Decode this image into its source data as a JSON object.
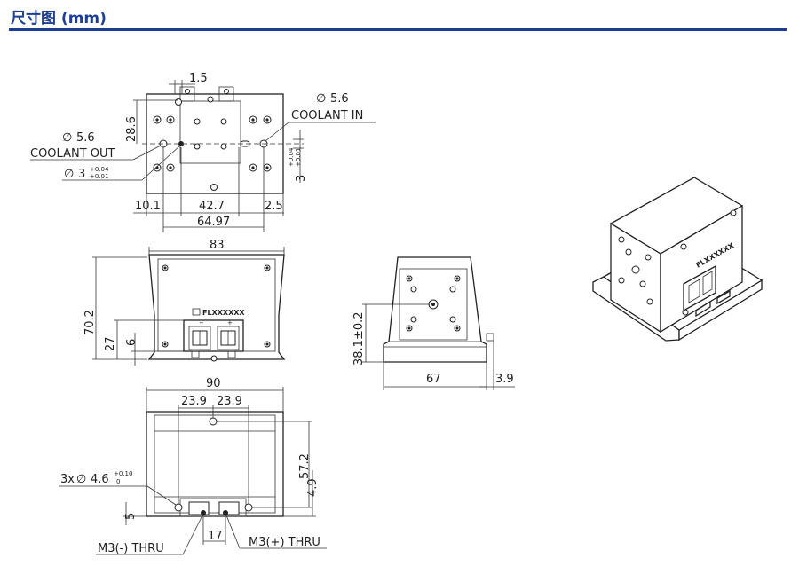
{
  "header": {
    "title": "尺寸图 (mm)"
  },
  "top_view": {
    "dim_1_5": "1.5",
    "dim_28_6": "28.6",
    "dim_phi_out": "5.6",
    "coolant_out": "COOLANT OUT",
    "dim_phi3": "3",
    "tol_plus": "+0.04",
    "tol_minus": "+0.01",
    "dim_phi_in": "5.6",
    "coolant_in": "COOLANT IN",
    "dim_3": "3",
    "dim_10_1": "10.1",
    "dim_42_7": "42.7",
    "dim_2_5": "2.5",
    "dim_64_97": "64.97"
  },
  "front_view": {
    "dim_83": "83",
    "dim_70_2": "70.2",
    "dim_27": "27",
    "dim_6": "6",
    "brand": "FLXXXXXX"
  },
  "side_view": {
    "dim_38_1": "38.1±0.2",
    "dim_67": "67",
    "dim_3_9": "3.9"
  },
  "bottom_view": {
    "dim_90": "90",
    "dim_23_9_a": "23.9",
    "dim_23_9_b": "23.9",
    "dim_57_2": "57.2",
    "dim_4_9": "4.9",
    "dim_5": "5",
    "dim_17": "17",
    "holes_note": "3x",
    "holes_dia": "4.6",
    "holes_tol_plus": "+0.10",
    "holes_tol_minus": "0",
    "m3_neg": "M3(-) THRU",
    "m3_pos": "M3(+) THRU"
  },
  "iso_view": {
    "brand": "FLXXXXXX"
  }
}
